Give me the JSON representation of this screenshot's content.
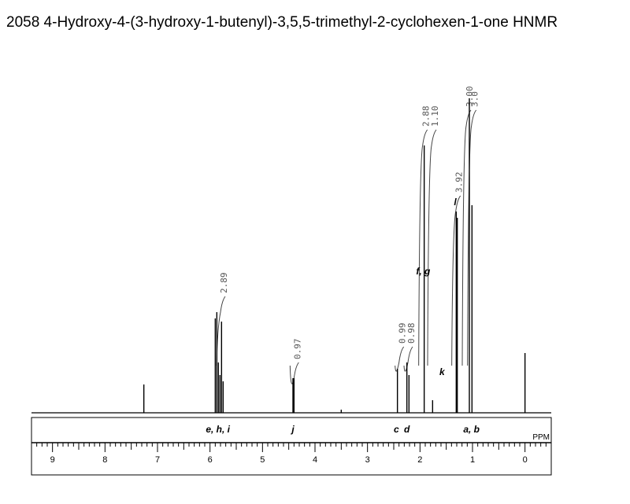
{
  "title": "2058 4-Hydroxy-4-(3-hydroxy-1-butenyl)-3,5,5-trimethyl-2-cyclohexen-1-one HNMR",
  "chart_data": {
    "type": "line",
    "x_unit": "PPM",
    "xlim": [
      9.4,
      -0.5
    ],
    "x_reversed": true,
    "ticks": [
      9,
      8,
      7,
      6,
      5,
      4,
      3,
      2,
      1,
      0
    ],
    "peaks": [
      {
        "ppm": 7.26,
        "height": 0.09
      },
      {
        "ppm": 5.9,
        "height": 0.3
      },
      {
        "ppm": 5.87,
        "height": 0.32
      },
      {
        "ppm": 5.84,
        "height": 0.16
      },
      {
        "ppm": 5.81,
        "height": 0.12
      },
      {
        "ppm": 5.78,
        "height": 0.29
      },
      {
        "ppm": 5.75,
        "height": 0.1
      },
      {
        "ppm": 4.42,
        "height": 0.11
      },
      {
        "ppm": 4.4,
        "height": 0.11
      },
      {
        "ppm": 3.5,
        "height": 0.01
      },
      {
        "ppm": 2.43,
        "height": 0.14
      },
      {
        "ppm": 2.25,
        "height": 0.16
      },
      {
        "ppm": 2.21,
        "height": 0.12
      },
      {
        "ppm": 1.92,
        "height": 0.85
      },
      {
        "ppm": 1.76,
        "height": 0.04
      },
      {
        "ppm": 1.31,
        "height": 0.64
      },
      {
        "ppm": 1.29,
        "height": 0.62
      },
      {
        "ppm": 1.06,
        "height": 1.0
      },
      {
        "ppm": 1.01,
        "height": 0.66
      },
      {
        "ppm": 0.0,
        "height": 0.19
      }
    ],
    "peak_labels": [
      {
        "ppm": 5.85,
        "text": "e, h, i",
        "row": "below"
      },
      {
        "ppm": 4.42,
        "text": "j",
        "row": "below"
      },
      {
        "ppm": 2.45,
        "text": "c",
        "row": "below"
      },
      {
        "ppm": 2.25,
        "text": "d",
        "row": "below"
      },
      {
        "ppm": 1.02,
        "text": "a, b",
        "row": "below"
      },
      {
        "ppm": 1.94,
        "text": "f, g",
        "row": "above",
        "height": 0.44
      },
      {
        "ppm": 1.33,
        "text": "l",
        "row": "above",
        "height": 0.66
      },
      {
        "ppm": 1.58,
        "text": "k",
        "row": "above",
        "height": 0.12
      }
    ],
    "integrals": [
      {
        "ppm": 5.8,
        "text": "2.89"
      },
      {
        "ppm": 4.4,
        "text": "0.97"
      },
      {
        "ppm": 2.4,
        "text": "0.99"
      },
      {
        "ppm": 2.23,
        "text": "0.98"
      },
      {
        "ppm": 1.95,
        "text": "2.88"
      },
      {
        "ppm": 1.78,
        "text": "1.10"
      },
      {
        "ppm": 1.32,
        "text": "3.92"
      },
      {
        "ppm": 1.12,
        "text": "3.00"
      },
      {
        "ppm": 1.02,
        "text": "3.0"
      }
    ]
  }
}
